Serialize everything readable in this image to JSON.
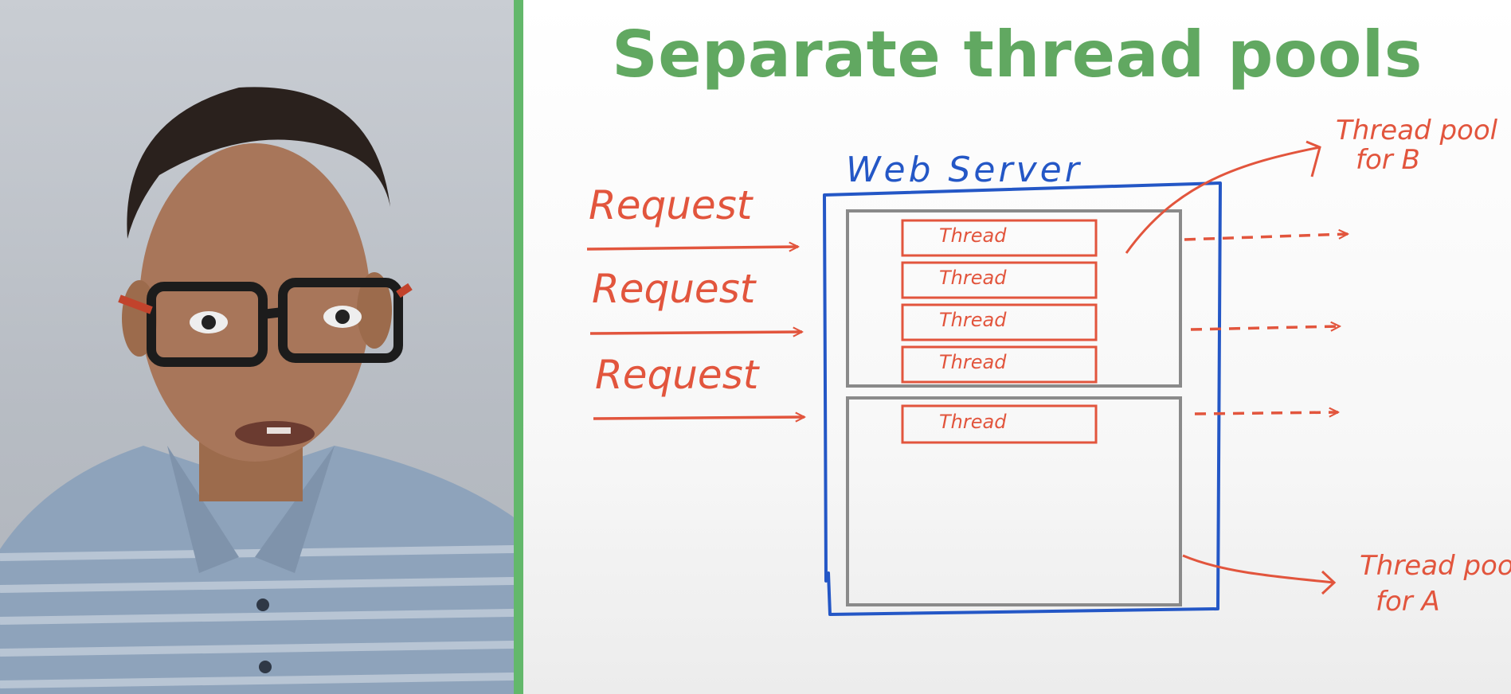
{
  "slide": {
    "title": "Separate thread pools"
  },
  "diagram": {
    "server_label": "Web Server",
    "request_labels": [
      "Request",
      "Request",
      "Request"
    ],
    "pool_b_threads": [
      "Thread",
      "Thread",
      "Thread",
      "Thread"
    ],
    "pool_a_threads": [
      "Thread"
    ],
    "callout_b": [
      "Thread pool",
      "for B"
    ],
    "callout_a": [
      "Thread pool",
      "for A"
    ]
  },
  "colors": {
    "title_green": "#61a861",
    "divider_green": "#63b86b",
    "server_blue": "#2457c6",
    "pen_red": "#e2553d",
    "pool_gray": "#8a8a8a"
  }
}
